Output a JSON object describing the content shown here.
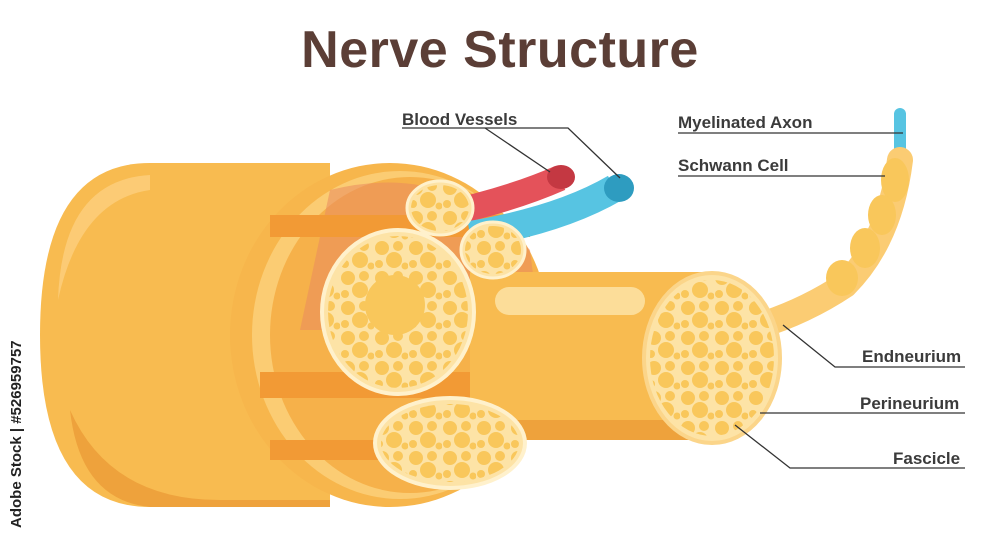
{
  "title": "Nerve Structure",
  "labels": {
    "blood_vessels": "Blood Vessels",
    "myelinated_axon": "Myelinated Axon",
    "schwann_cell": "Schwann Cell",
    "endneurium": "Endneurium",
    "perineurium": "Perineurium",
    "fascicle": "Fascicle"
  },
  "watermark_id": "Adobe Stock | #526959757",
  "colors": {
    "title": "#5b3e36",
    "epineurium": "#f7b64c",
    "epineurium_light": "#fbcc73",
    "fascicle_fill": "#fde3a6",
    "cell": "#f9c75b",
    "artery": "#e4525a",
    "vein": "#57c4e2",
    "label_text": "#3b3b3b",
    "leader_line": "#333333"
  }
}
